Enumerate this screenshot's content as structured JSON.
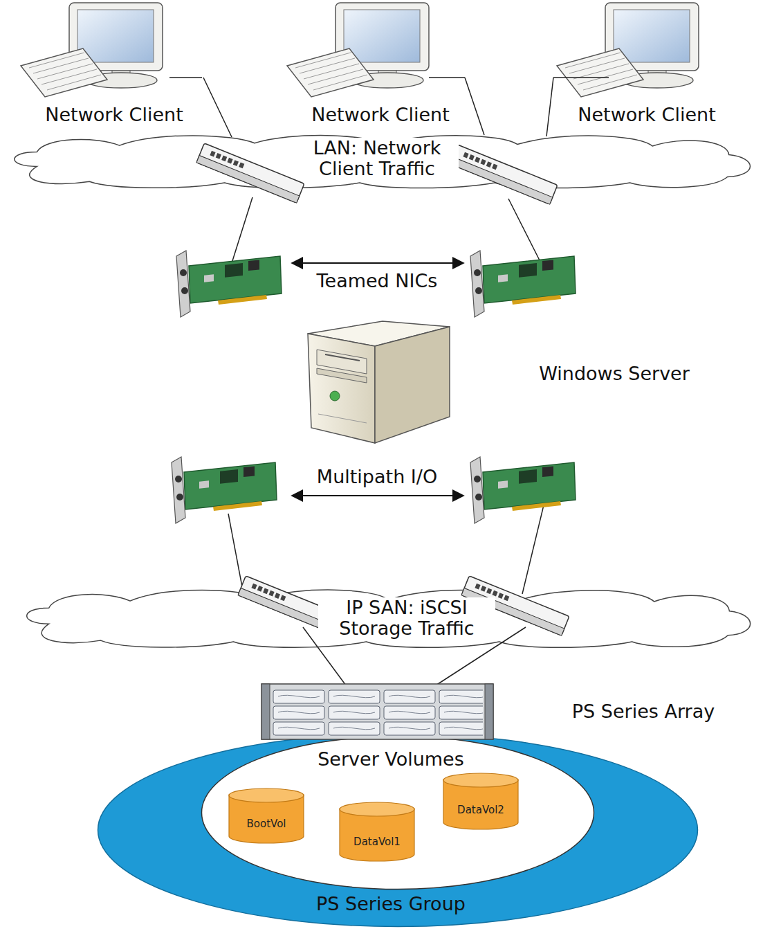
{
  "diagram": {
    "nodes": [
      {
        "text": [
          "Network Client"
        ]
      },
      {
        "text": [
          "Network Client"
        ]
      },
      {
        "text": [
          "Network Client"
        ]
      },
      {
        "text": [
          "LAN: Network Client Traffic"
        ]
      },
      {
        "text": [
          "Windows Server"
        ]
      },
      {
        "text": [
          "IP SAN: iSCSI Storage Traffic"
        ]
      },
      {
        "text": [
          "PS Series Array"
        ]
      },
      {
        "text": [
          "PS Series Group"
        ]
      },
      {
        "text": [
          "Server Volumes"
        ],
        "in": 7
      },
      {
        "text": [
          "BootVol"
        ],
        "in": 8
      },
      {
        "text": [
          "DataVol1"
        ],
        "in": 8
      },
      {
        "text": [
          "DataVol2"
        ],
        "in": 8
      }
    ],
    "edges": [
      {
        "from": 0,
        "to": 3,
        "arrow": "none"
      },
      {
        "from": 1,
        "to": 3,
        "arrow": "none"
      },
      {
        "from": 2,
        "to": 3,
        "arrow": "none"
      }
    ],
    "labels": [
      "Teamed NICs",
      "Multipath I/O"
    ]
  }
}
